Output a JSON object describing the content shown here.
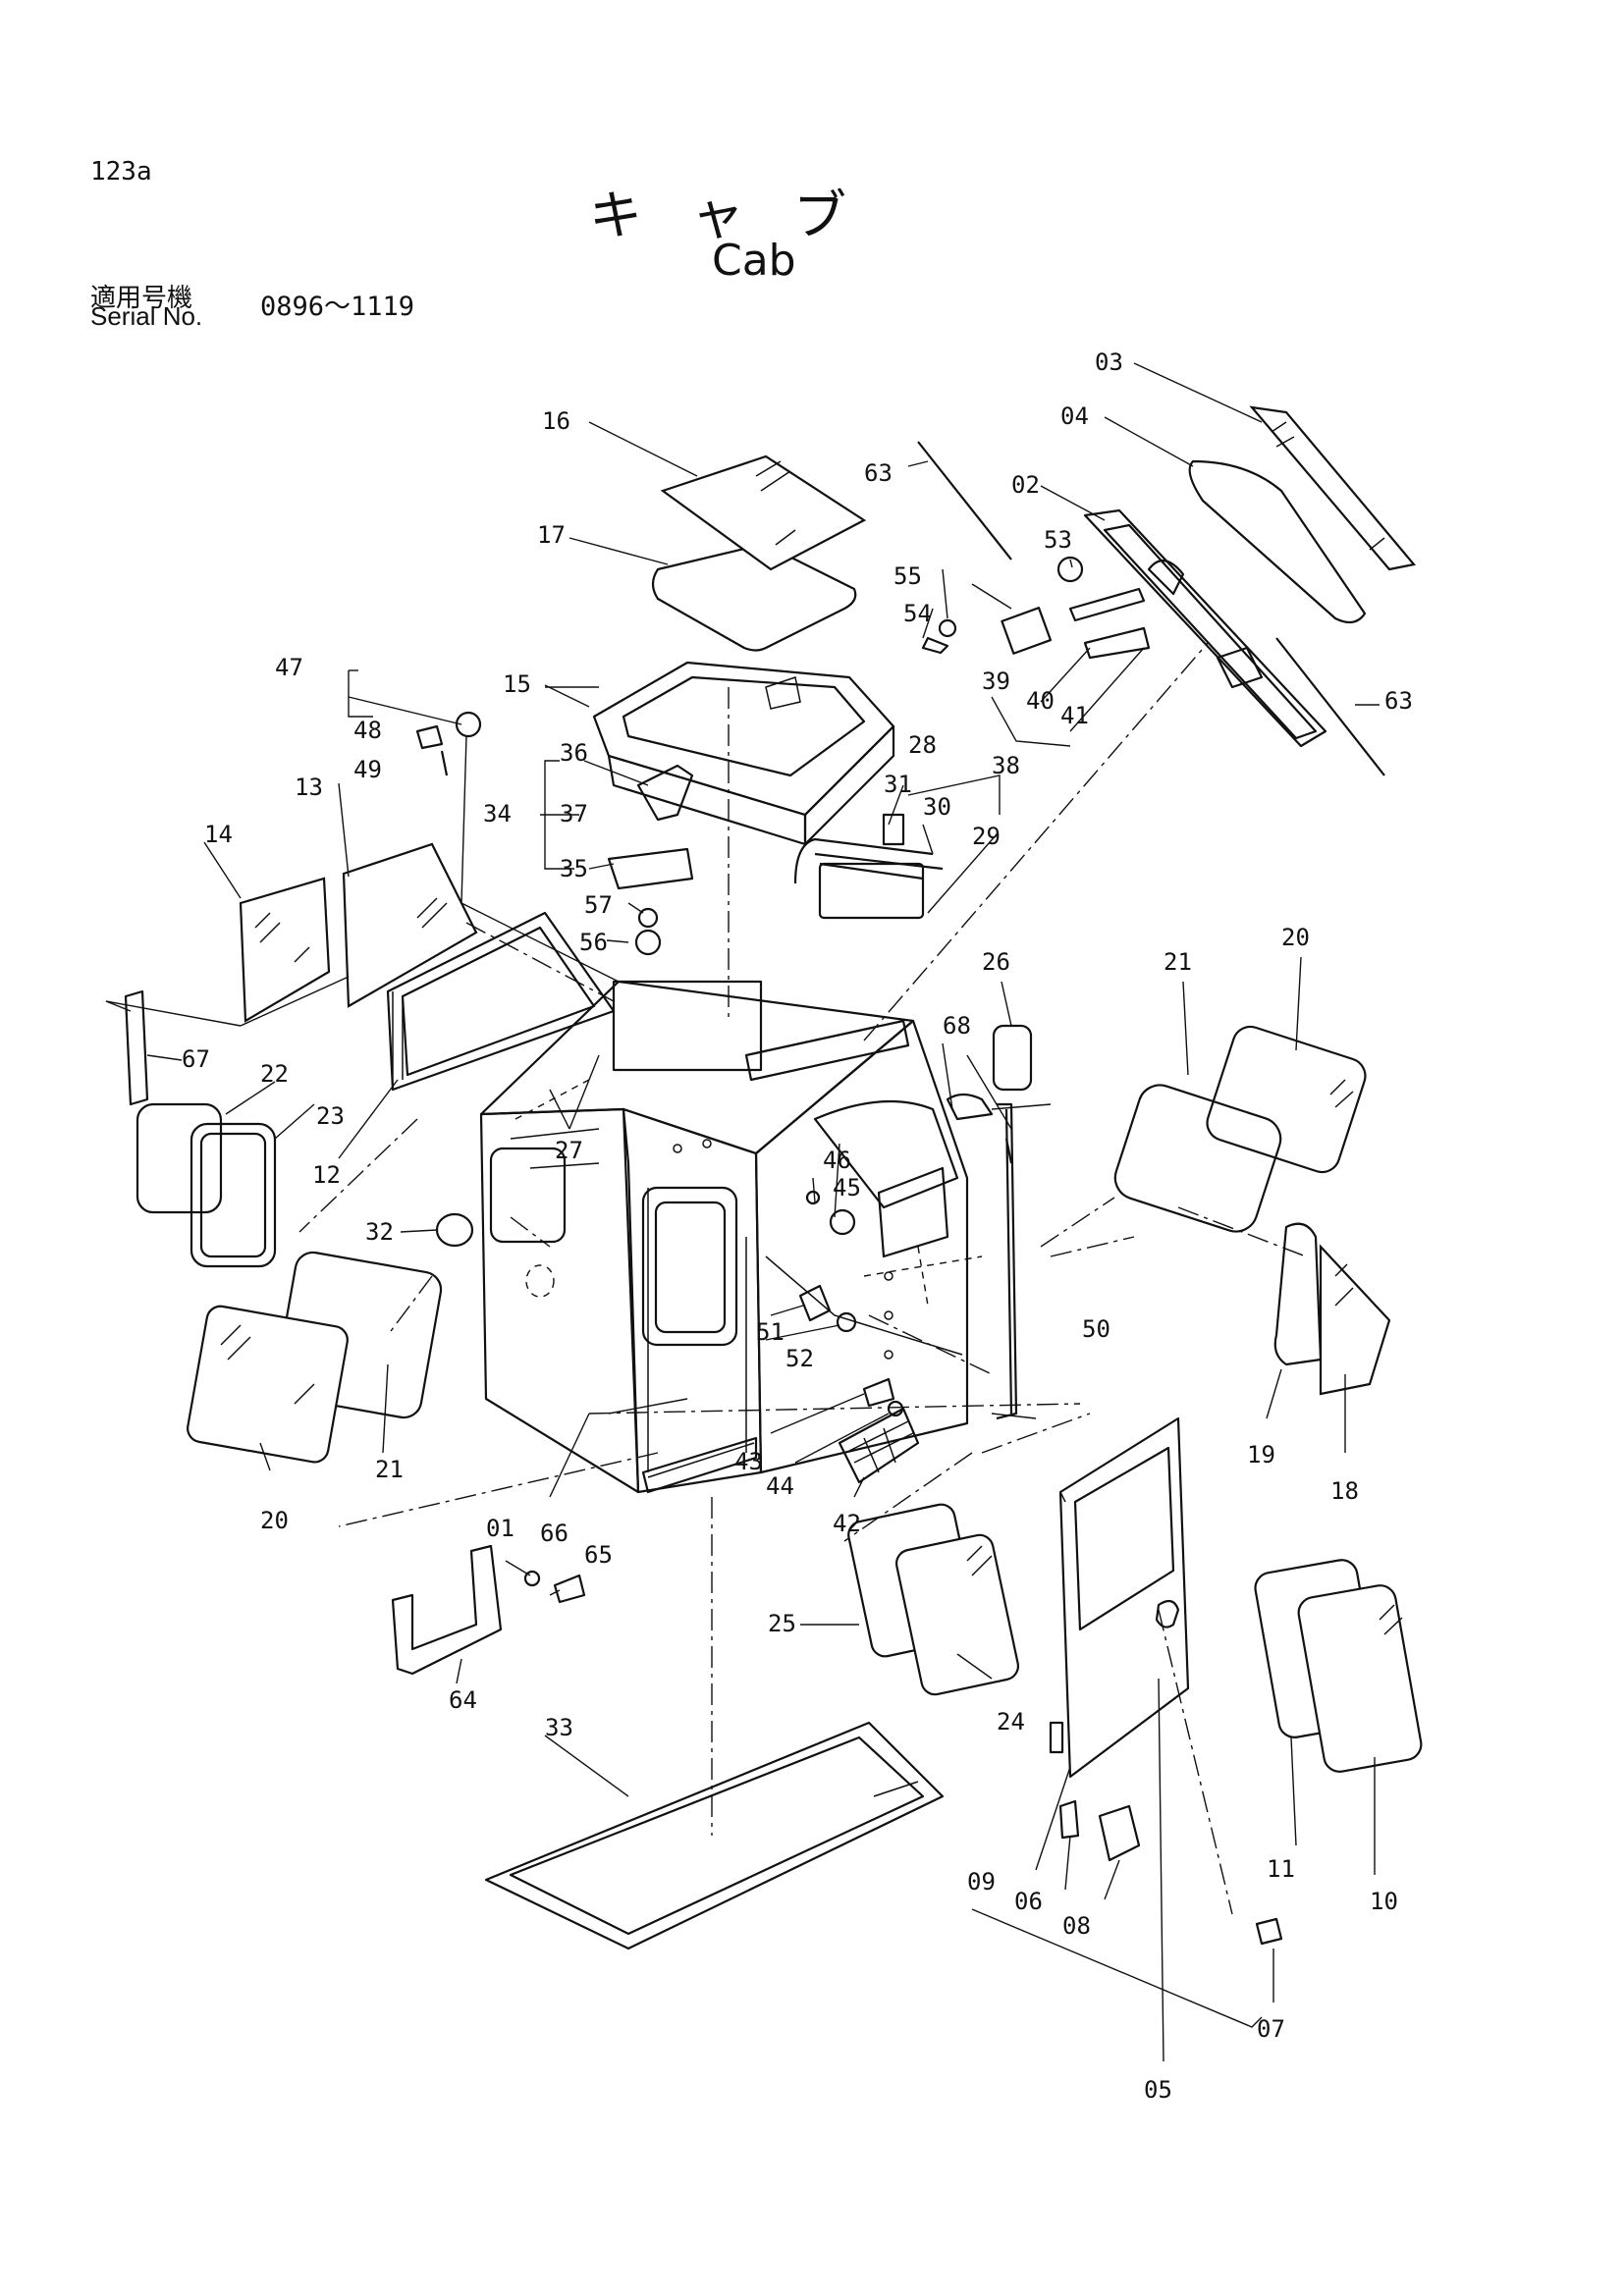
{
  "header": {
    "page_number": "123a",
    "title_jp": "キャブ",
    "title_en": "Cab",
    "serial_label_jp": "適用号機",
    "serial_label_en": "Serial No.",
    "serial_range": "0896～1119"
  },
  "callouts": {
    "c01": "01",
    "c02": "02",
    "c03": "03",
    "c04": "04",
    "c05": "05",
    "c06": "06",
    "c07": "07",
    "c08": "08",
    "c09": "09",
    "c10": "10",
    "c11": "11",
    "c12": "12",
    "c13": "13",
    "c14": "14",
    "c15": "15",
    "c16": "16",
    "c17": "17",
    "c18": "18",
    "c19": "19",
    "c20a": "20",
    "c20b": "20",
    "c21a": "21",
    "c21b": "21",
    "c22": "22",
    "c23": "23",
    "c24": "24",
    "c25": "25",
    "c26": "26",
    "c27": "27",
    "c28": "28",
    "c29": "29",
    "c30": "30",
    "c31": "31",
    "c32": "32",
    "c33": "33",
    "c34": "34",
    "c35": "35",
    "c36": "36",
    "c37": "37",
    "c38": "38",
    "c39": "39",
    "c40": "40",
    "c41": "41",
    "c42": "42",
    "c43": "43",
    "c44": "44",
    "c45": "45",
    "c46": "46",
    "c47": "47",
    "c48": "48",
    "c49": "49",
    "c50": "50",
    "c51": "51",
    "c52": "52",
    "c53": "53",
    "c54": "54",
    "c55": "55",
    "c56": "56",
    "c57": "57",
    "c63a": "63",
    "c63b": "63",
    "c64": "64",
    "c65": "65",
    "c66": "66",
    "c67": "67",
    "c68": "68"
  }
}
